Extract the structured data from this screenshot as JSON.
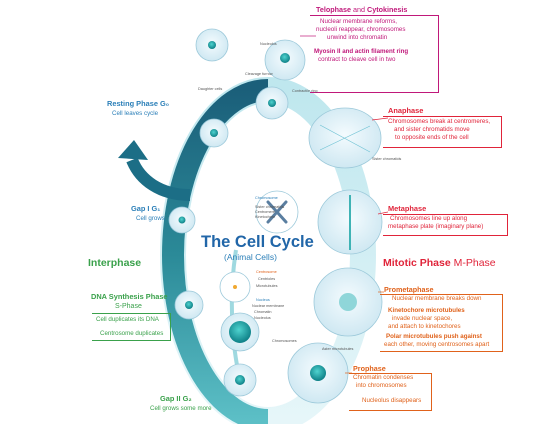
{
  "title": "The Cell Cycle",
  "subtitle": "(Animal Cells)",
  "interphase": "Interphase",
  "mitotic": {
    "bold": "Mitotic Phase",
    "rest": "M-Phase"
  },
  "resting": {
    "head": "Resting Phase G₀",
    "sub": "Cell leaves cycle"
  },
  "gap1": {
    "head": "Gap I G₁",
    "sub": "Cell grows"
  },
  "dna": {
    "head": "DNA Synthesis Phase",
    "head2": "S-Phase",
    "sub1": "Cell duplicates its DNA",
    "sub2": "Centrosome duplicates"
  },
  "gap2": {
    "head": "Gap II G₂",
    "sub": "Cell grows some more"
  },
  "telophase": {
    "head1": "Telophase",
    "and": "and",
    "head2": "Cytokinesis",
    "line1": "Nuclear membrane reforms,",
    "line2": "nucleoli reappear, chromosomes",
    "line3": "unwind into chromatin",
    "line4": "Myosin II and actin filament ring",
    "line5": "contract to cleave cell in two"
  },
  "anaphase": {
    "head": "Anaphase",
    "line1": "Chromosomes break at centromeres,",
    "line2": "and sister chromatids move",
    "line3": "to opposite ends of the cell"
  },
  "metaphase": {
    "head": "Metaphase",
    "line1": "Chromosomes line up along",
    "line2": "metaphase plate (imaginary plane)"
  },
  "prometaphase": {
    "head": "Prometaphase",
    "line1": "Nuclear membrane breaks down",
    "line2": "Kinetochore microtubules",
    "line3": "invade nuclear space,",
    "line4": "and attach to kinetochores",
    "line5": "Polar microtubules push against",
    "line6": "each other, moving centrosomes apart"
  },
  "prophase": {
    "head": "Prophase",
    "line1": "Chromatin condenses",
    "line2": "into chromosomes",
    "line3": "Nucleolus disappears"
  },
  "small": {
    "nucleolus": "Nucleolus",
    "cleavage": "Cleavage furrow",
    "contractile": "Contractile ring",
    "daughter": "Daughter cells",
    "sister": "Sister chromatids",
    "chromosome": "Chromosome",
    "sister2": "Sister chromatids",
    "centromere": "Centromere",
    "kinetochore": "Kinetochore",
    "centrosome": "Centrosome",
    "centrioles": "Centrioles",
    "microtubules": "Microtubules",
    "nucleus": "Nucleus",
    "nucmem": "Nuclear membrane",
    "chromatin": "Chromatin",
    "nucleolus2": "Nucleolus",
    "chromosomes": "Chromosomes",
    "aster": "Aster microtubules"
  },
  "colors": {
    "teal_dark": "#1c6e86",
    "teal_light": "#7fd0d8",
    "cell": "#dff0f7",
    "nucleus": "#1aa7a8"
  }
}
